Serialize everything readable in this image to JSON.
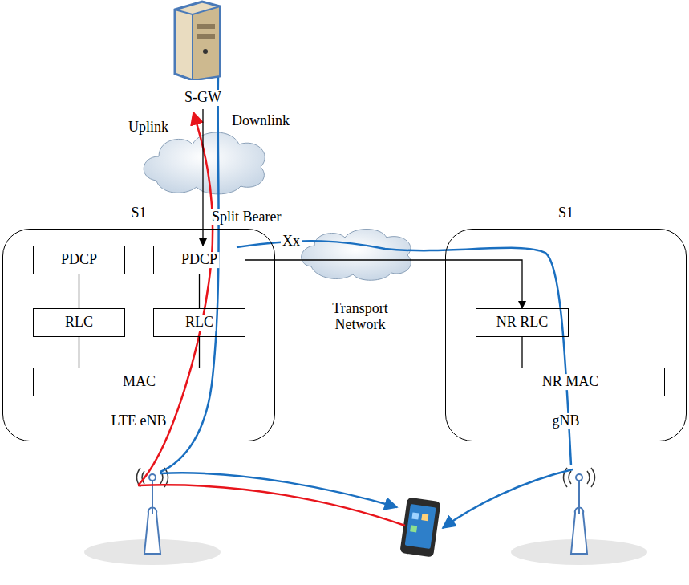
{
  "diagram": {
    "nodes": [
      {
        "text": [
          "S-GW"
        ]
      },
      {
        "text": [
          "S1",
          "LTE eNB"
        ]
      },
      {
        "text": [
          "PDCP"
        ],
        "in": 1
      },
      {
        "text": [
          "PDCP"
        ],
        "in": 1
      },
      {
        "text": [
          "RLC"
        ],
        "in": 1
      },
      {
        "text": [
          "RLC"
        ],
        "in": 1
      },
      {
        "text": [
          "MAC"
        ],
        "in": 1
      },
      {
        "text": [
          "S1",
          "gNB"
        ]
      },
      {
        "text": [
          "NR RLC"
        ],
        "in": 7
      },
      {
        "text": [
          "NR MAC"
        ],
        "in": 7
      }
    ],
    "edges": [
      {
        "from": 0,
        "to": 3,
        "arrow": "to"
      },
      {
        "from": 2,
        "to": 4,
        "arrow": "none"
      },
      {
        "from": 3,
        "to": 5,
        "arrow": "none"
      },
      {
        "from": 4,
        "to": 6,
        "arrow": "none"
      },
      {
        "from": 5,
        "to": 6,
        "arrow": "none"
      },
      {
        "from": 3,
        "to": 8,
        "arrow": "to"
      },
      {
        "from": 8,
        "to": 9,
        "arrow": "none"
      }
    ],
    "labels": [
      "Uplink",
      "Downlink",
      "Split Bearer",
      "Xx",
      "Transport Network"
    ]
  }
}
